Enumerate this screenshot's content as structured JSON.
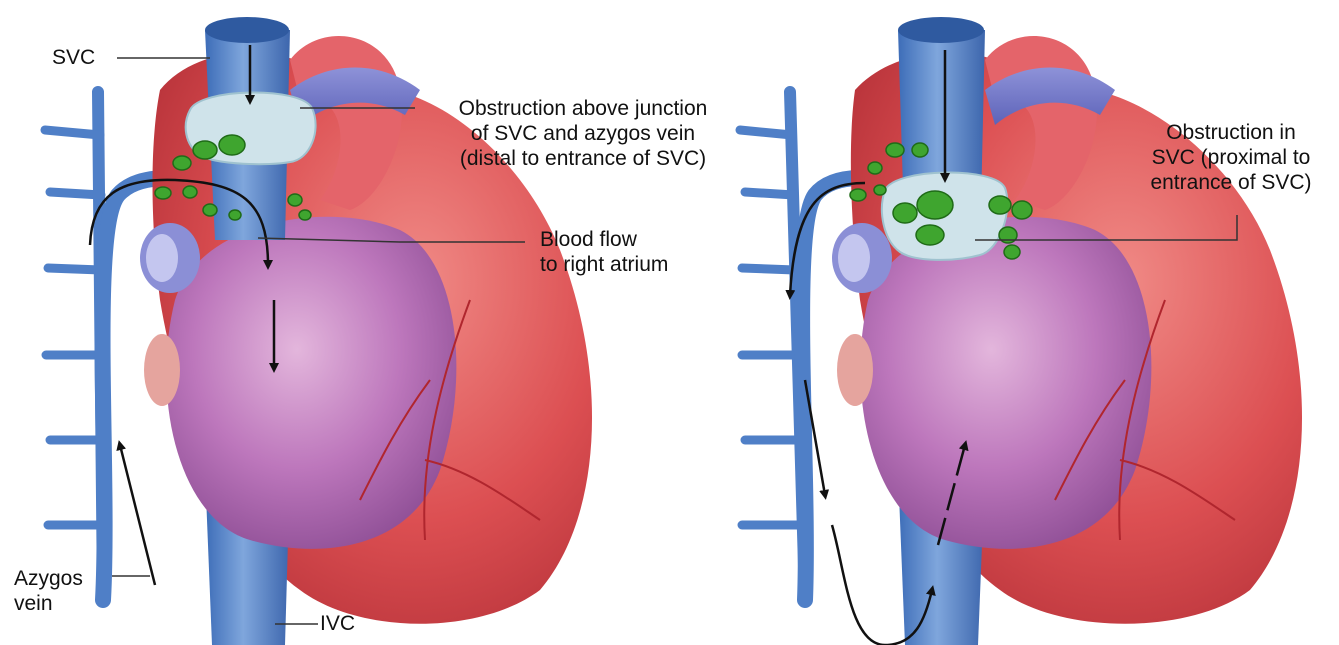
{
  "labels": {
    "svc": "SVC",
    "obstruction_above": [
      "Obstruction above junction",
      "of SVC and azygos vein",
      "(distal to entrance of SVC)"
    ],
    "blood_flow": [
      "Blood flow",
      "to right atrium"
    ],
    "azygos": [
      "Azygos",
      "vein"
    ],
    "ivc": "IVC",
    "obstruction_in": [
      "Obstruction in",
      "SVC (proximal to",
      "entrance of SVC)"
    ]
  },
  "colors": {
    "heart_red": "#d9444a",
    "atrium_pink": "#b96fb8",
    "vein_blue": "#4f7fc7",
    "clot_pale": "#cfe3ea",
    "node_green": "#3a9c2c",
    "flow_arrow": "#111111"
  }
}
